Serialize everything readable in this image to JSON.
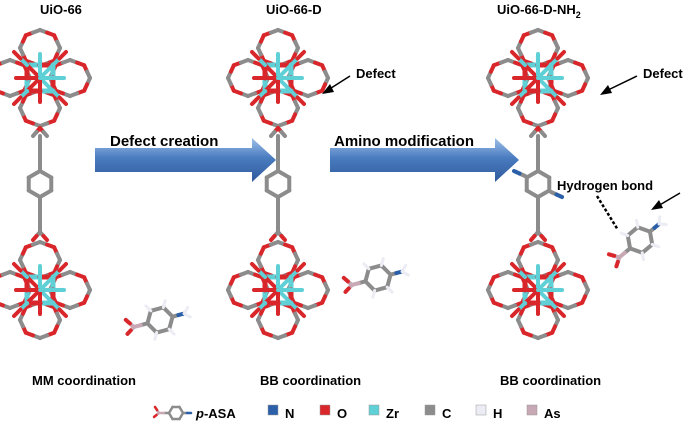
{
  "titles": {
    "uio66": "UiO-66",
    "uio66d": "UiO-66-D",
    "uio66dnh2_main": "UiO-66-D-NH",
    "uio66dnh2_sub": "2"
  },
  "arrows": {
    "defect_creation": "Defect creation",
    "amino_modification": "Amino modification"
  },
  "annotations": {
    "defect_middle": "Defect",
    "defect_right": "Defect",
    "hydrogen_bond": "Hydrogen bond"
  },
  "captions": {
    "left": "MM coordination",
    "middle": "BB coordination",
    "right": "BB coordination"
  },
  "legend": {
    "molecule_prefix": "p",
    "molecule_suffix": "-ASA",
    "items": [
      {
        "label": "N",
        "color": "#2b5fa8"
      },
      {
        "label": "O",
        "color": "#d9262a"
      },
      {
        "label": "Zr",
        "color": "#5fd0d6"
      },
      {
        "label": "C",
        "color": "#8c8c8c"
      },
      {
        "label": "H",
        "color": "#ececf4"
      },
      {
        "label": "As",
        "color": "#c7a8b4"
      }
    ]
  },
  "colors": {
    "oxygen": "#d9262a",
    "zirconium": "#5fd0d6",
    "carbon": "#8c8c8c",
    "hydrogen": "#ececf4",
    "nitrogen": "#2b5fa8",
    "arsenic": "#c7a8b4",
    "arrow_blue": "#4a7cc0"
  }
}
